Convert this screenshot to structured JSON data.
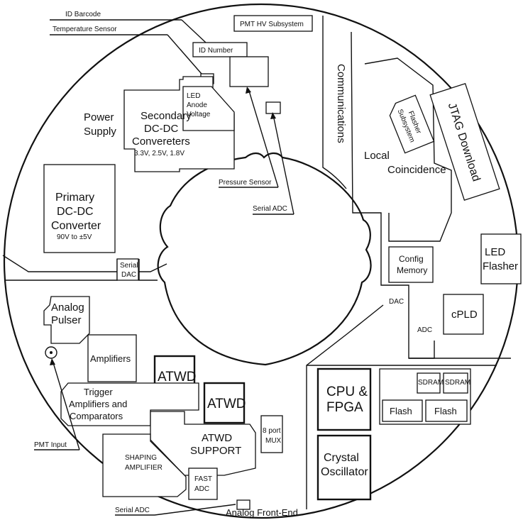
{
  "labels": {
    "id_barcode": "ID Barcode",
    "temperature_sensor": "Temperature Sensor",
    "pmt_hv_subsystem": "PMT  HV  Subsystem",
    "id_number": "ID Number",
    "communications": "Communications",
    "jtag_download": "JTAG Download",
    "flasher_subsystem": [
      "Flasher",
      "Subsystem"
    ],
    "power_supply": [
      "Power",
      "Supply"
    ],
    "secondary_dcdc": [
      "Secondary",
      "DC-DC",
      "Convereters"
    ],
    "secondary_voltages": "3.3V, 2.5V, 1.8V",
    "led_anode_voltage": [
      "LED",
      "Anode",
      "Voltage"
    ],
    "local_coincidence": [
      "Local",
      "Coincidence"
    ],
    "primary_dcdc": [
      "Primary",
      "DC-DC",
      "Converter"
    ],
    "primary_voltage": "90V to ±5V",
    "pressure_sensor": "Pressure Sensor",
    "serial_adc_top": "Serial ADC",
    "config_memory": [
      "Config",
      "Memory"
    ],
    "led_flasher": [
      "LED",
      "Flasher"
    ],
    "serial_dac": [
      "Serial",
      "DAC"
    ],
    "analog_pulser": [
      "Analog",
      "Pulser"
    ],
    "dac": "DAC",
    "cpld": "cPLD",
    "adc": "ADC",
    "amplifiers": "Amplifiers",
    "atwd_1": "ATWD",
    "atwd_2": "ATWD",
    "sdram_1": "SDRAM",
    "sdram_2": "SDRAM",
    "cpu_fpga": [
      "CPU &",
      "FPGA"
    ],
    "flash_1": "Flash",
    "flash_2": "Flash",
    "trigger_amplifiers": [
      "Trigger",
      "Amplifiers and",
      "Comparators"
    ],
    "atwd_support": [
      "ATWD",
      "SUPPORT"
    ],
    "mux": [
      "8 port",
      "MUX"
    ],
    "crystal_oscillator": [
      "Crystal",
      "Oscillator"
    ],
    "pmt_input": "PMT Input",
    "shaping_amplifier": [
      "SHAPING",
      "AMPLIFIER"
    ],
    "fast_adc": [
      "FAST",
      "ADC"
    ],
    "serial_adc_bottom": "Serial ADC",
    "analog_front_end": "Analog Front-End"
  }
}
